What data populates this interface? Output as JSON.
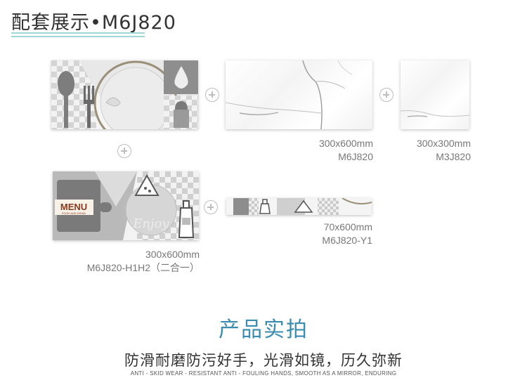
{
  "header": {
    "title": "配套展示•M6J820"
  },
  "products": [
    {
      "size": "300x600mm",
      "code": "M6J820"
    },
    {
      "size": "300x300mm",
      "code": "M3J820"
    },
    {
      "size": "300x600mm",
      "code": "M6J820-H1H2（二合一）"
    },
    {
      "size": "70x600mm",
      "code": "M6J820-Y1"
    }
  ],
  "tile_art": {
    "menu_word": "MENU",
    "menu_sub": "FOOD AND DRINK",
    "script_word": "Enjoy"
  },
  "section": {
    "title": "产品实拍",
    "subtitle": "防滑耐磨防污好手，光滑如镜，历久弥新",
    "tagline": "ANTI - SKID WEAR - RESISTANT ANTI - FOULING HANDS, SMOOTH AS A MIRROR, ENDURING"
  },
  "colors": {
    "accent": "#3a8cb0",
    "rule": "#9fd6d6",
    "plus": "#bdbdbd"
  }
}
